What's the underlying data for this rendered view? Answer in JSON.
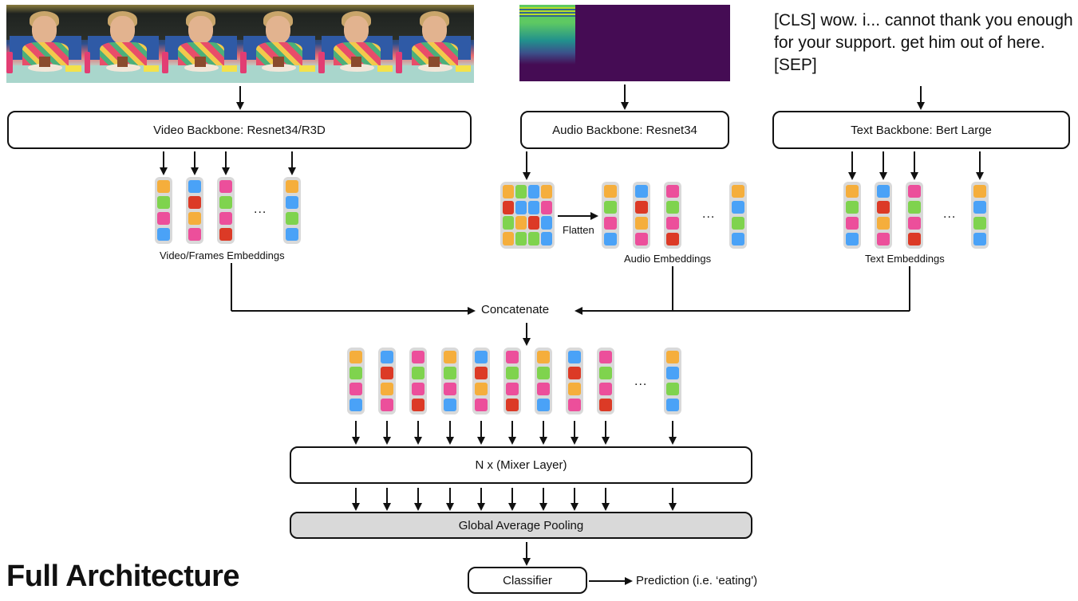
{
  "title": "Full Architecture",
  "colors": {
    "orange": "#f5ae3c",
    "green": "#7fd34e",
    "pink": "#ec4f9b",
    "blue": "#4aa2f7",
    "red": "#dc3a26",
    "embedding_bg": "#d9d9d9",
    "pooling_bg": "#d9d9d9"
  },
  "inputs": {
    "video": {
      "name": "video-frames",
      "frame_count": 6,
      "description": "Child eating a sandwich"
    },
    "audio": {
      "name": "spectrogram"
    },
    "text": {
      "content": "[CLS] wow. i... cannot thank you enough for your support. get him out of here. [SEP]"
    }
  },
  "backbones": {
    "video": "Video Backbone: Resnet34/R3D",
    "audio": "Audio Backbone: Resnet34",
    "text": "Text Backbone: Bert Large"
  },
  "embeddings": {
    "video_label": "Video/Frames Embeddings",
    "audio_label": "Audio Embeddings",
    "text_label": "Text Embeddings",
    "flatten_label": "Flatten",
    "ellipsis": "...",
    "column_patterns": [
      [
        "orange",
        "green",
        "pink",
        "blue"
      ],
      [
        "blue",
        "red",
        "orange",
        "pink"
      ],
      [
        "pink",
        "green",
        "pink",
        "red"
      ],
      [
        "orange",
        "blue",
        "green",
        "blue"
      ]
    ],
    "audio_grid": [
      [
        "orange",
        "green",
        "blue",
        "orange"
      ],
      [
        "red",
        "blue",
        "blue",
        "pink"
      ],
      [
        "green",
        "orange",
        "red",
        "blue"
      ],
      [
        "orange",
        "green",
        "green",
        "blue"
      ]
    ]
  },
  "fusion": {
    "concatenate_label": "Concatenate",
    "concat_patterns": [
      [
        "orange",
        "green",
        "pink",
        "blue"
      ],
      [
        "blue",
        "red",
        "orange",
        "pink"
      ],
      [
        "pink",
        "green",
        "pink",
        "red"
      ],
      [
        "orange",
        "green",
        "pink",
        "blue"
      ],
      [
        "blue",
        "red",
        "orange",
        "pink"
      ],
      [
        "pink",
        "green",
        "pink",
        "red"
      ],
      [
        "orange",
        "green",
        "pink",
        "blue"
      ],
      [
        "blue",
        "red",
        "orange",
        "pink"
      ],
      [
        "pink",
        "green",
        "pink",
        "red"
      ],
      [
        "orange",
        "blue",
        "green",
        "blue"
      ]
    ],
    "mixer_label": "N x (Mixer Layer)",
    "pooling_label": "Global Average Pooling",
    "classifier_label": "Classifier",
    "prediction_label": "Prediction (i.e. ‘eating')"
  }
}
